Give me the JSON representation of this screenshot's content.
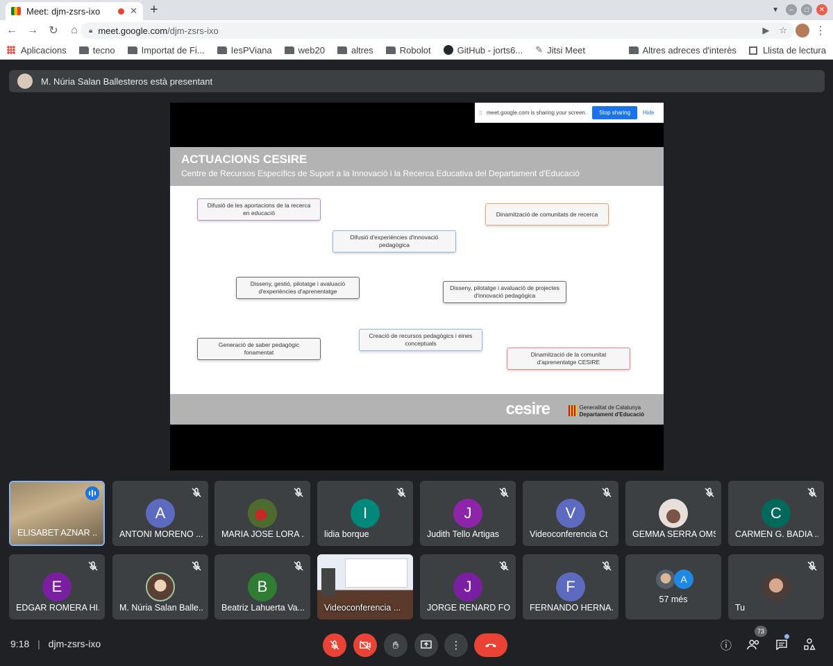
{
  "browser": {
    "tab_title": "Meet: djm-zsrs-ixo",
    "tab_close": "✕",
    "new_tab": "+",
    "url_host": "meet.google.com",
    "url_path": "/djm-zsrs-ixo"
  },
  "bookmarks": {
    "items": [
      "Aplicacions",
      "tecno",
      "Importat de Fi...",
      "IesPViana",
      "web20",
      "altres",
      "Robolot",
      "GitHub - jorts6...",
      "Jitsi Meet"
    ],
    "right": [
      "Altres adreces d'interès",
      "Llista de lectura"
    ]
  },
  "presenting": {
    "text": "M. Núria Salan Ballesteros està presentant"
  },
  "sharebar": {
    "text": "meet.google.com is sharing your screen.",
    "stop": "Stop sharing",
    "hide": "Hide"
  },
  "slide": {
    "title": "ACTUACIONS CESIRE",
    "subtitle": "Centre de Recursos Específics de Suport a la Innovació i la Recerca Educativa del Departament d'Educació",
    "boxes": [
      "Difusió de les aportacions de la recerca en educació",
      "Dinamització de comunitats de recerca",
      "Difusió d'experiències d'innovació pedagògica",
      "Disseny, gestió, pilotatge i avaluació d'experiències d'aprenentatge",
      "Disseny, pilotatge i avaluació de projectes d'innovació pedagògica",
      "Generació de saber pedagògic fonamentat",
      "Creació de recursos pedagògics i eines conceptuals",
      "Dinamització de la comunitat d'aprenentatge CESIRE"
    ],
    "logo": "cesire",
    "gen_line1": "Generalitat de Catalunya",
    "gen_line2": "Departament d'Educació"
  },
  "participants": [
    {
      "name": "ELISABET AZNAR ...",
      "initial": ""
    },
    {
      "name": "ANTONI MORENO ...",
      "initial": "A",
      "color": "#5c6bc0"
    },
    {
      "name": "MARIA JOSE LORA ...",
      "initial": ""
    },
    {
      "name": "lidia borque",
      "initial": "I",
      "color": "#00897b"
    },
    {
      "name": "Judith Tello Artigas",
      "initial": "J",
      "color": "#8e24aa"
    },
    {
      "name": "Videoconferencia Ct",
      "initial": "V",
      "color": "#5c6bc0"
    },
    {
      "name": "GEMMA SERRA OMS",
      "initial": ""
    },
    {
      "name": "CARMEN G. BADIA ...",
      "initial": "C",
      "color": "#00695c"
    },
    {
      "name": "EDGAR ROMERA HI...",
      "initial": "E",
      "color": "#7b1fa2"
    },
    {
      "name": "M. Núria Salan Balle...",
      "initial": ""
    },
    {
      "name": "Beatriz Lahuerta Va...",
      "initial": "B",
      "color": "#2e7d32"
    },
    {
      "name": "Videoconferencia ...",
      "initial": ""
    },
    {
      "name": "JORGE RENARD FO...",
      "initial": "J",
      "color": "#7b1fa2"
    },
    {
      "name": "FERNANDO HERNA...",
      "initial": "F",
      "color": "#5c6bc0"
    },
    {
      "name": "57 més",
      "initial": ""
    },
    {
      "name": "Tu",
      "initial": ""
    }
  ],
  "others_tile": {
    "mini_initial": "A",
    "mini_color": "#1e88e5"
  },
  "bottom": {
    "time": "9:18",
    "sep": "|",
    "code": "djm-zsrs-ixo",
    "people_count": "73"
  },
  "colors": {
    "meet_bg": "#202124",
    "tile_bg": "#3c4043",
    "hangup": "#ea4335",
    "accent": "#1a73e8"
  }
}
